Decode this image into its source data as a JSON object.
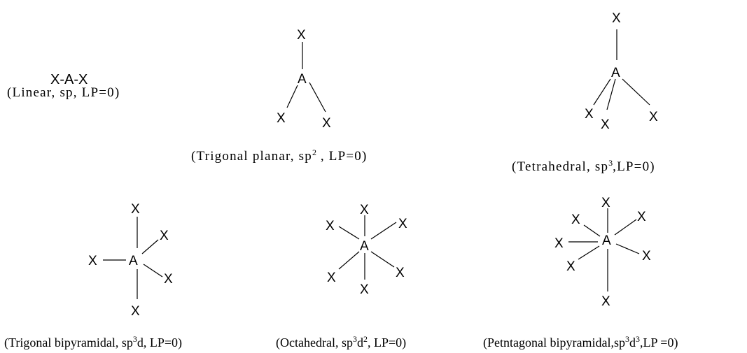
{
  "linear": {
    "formula": "X-A-X",
    "caption": "(Linear, sp, LP=0)"
  },
  "trigonal_planar": {
    "caption_pre": "(Trigonal planar, sp",
    "caption_sup": "2",
    "caption_post": " , LP=0)",
    "center": "A",
    "ligand": "X"
  },
  "tetrahedral": {
    "caption_pre": "(Tetrahedral, sp",
    "caption_sup": "3",
    "caption_post": ",LP=0)",
    "center": "A",
    "ligand": "X"
  },
  "trigonal_bipyramidal": {
    "caption_pre": "(Trigonal bipyramidal, sp",
    "caption_sup": "3",
    "caption_post": "d, LP=0)",
    "center": "A",
    "ligand": "X"
  },
  "octahedral": {
    "caption_pre": "(Octahedral, sp",
    "caption_sup1": "3",
    "caption_mid": "d",
    "caption_sup2": "2",
    "caption_post": ", LP=0)",
    "center": "A",
    "ligand": "X"
  },
  "pentagonal_bipyramidal": {
    "caption_pre": "(Petntagonal bipyramidal,sp",
    "caption_sup1": "3",
    "caption_mid": "d",
    "caption_sup2": "3",
    "caption_post": ",LP =0)",
    "center": "A",
    "ligand": "X"
  }
}
